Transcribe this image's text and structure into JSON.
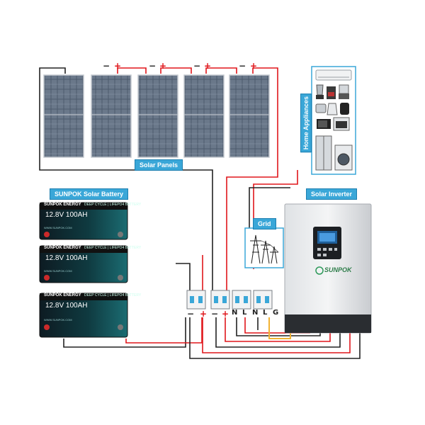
{
  "labels": {
    "solar_panels": "Solar Panels",
    "solar_battery": "SUNPOK Solar Battery",
    "solar_inverter": "Solar Inverter",
    "grid": "Grid",
    "home_appliances": "Home Appliances"
  },
  "battery": {
    "brand": "SUNPOK ENERGY",
    "spec": "12.8V 100AH",
    "chem": "DEEP CYCLE | LIFEPO4 BATTERY",
    "website": "WWW.SUNPOK.COM",
    "count": 3
  },
  "inverter": {
    "logo": "SUNPOK"
  },
  "panels": {
    "count": 5
  },
  "terminals": {
    "minus": "−",
    "plus": "+",
    "breaker_labels": [
      "−",
      "+",
      "−",
      "+",
      "N",
      "L",
      "N",
      "L",
      "G"
    ]
  },
  "colors": {
    "wire_red": "#e0161b",
    "wire_black": "#222222",
    "wire_yellow": "#f2b233",
    "label_blue": "#3aa7d8",
    "panel_cell": "#5d6b7c"
  }
}
